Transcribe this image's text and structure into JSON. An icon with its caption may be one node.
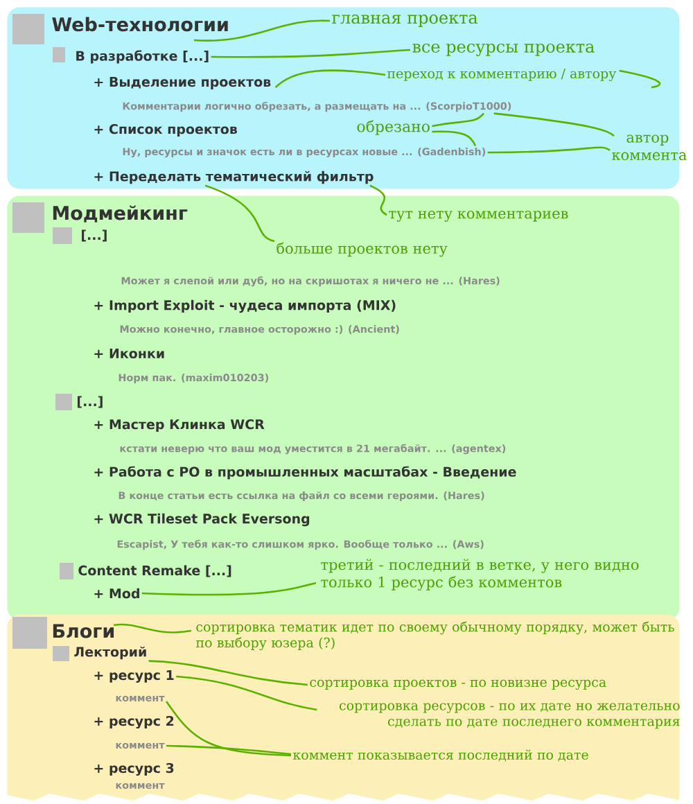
{
  "diagram": {
    "nodes": [
      {
        "text": [
          "Web-технологии"
        ]
      },
      {
        "text": [
          "В разработке [...]"
        ],
        "in": 0
      },
      {
        "text": [
          "+ Выделение проектов"
        ],
        "in": 0
      },
      {
        "text": [
          "Комментарии логично обрезать, а размещать на ... (ScorpioT1000)"
        ],
        "in": 0
      },
      {
        "text": [
          "+ Список проектов"
        ],
        "in": 0
      },
      {
        "text": [
          "Ну, ресурсы и значок есть ли в ресурсах новые ... (Gadenbish)"
        ],
        "in": 0
      },
      {
        "text": [
          "+ Переделать тематический фильтр"
        ],
        "in": 0
      },
      {
        "text": [
          "Модмейкинг"
        ]
      },
      {
        "text": [
          "[...]"
        ],
        "in": 7
      },
      {
        "text": [
          "Может я слепой или дуб, но на скришотах я ничего не ... (Hares)"
        ],
        "in": 7
      },
      {
        "text": [
          "+ Import Exploit - чудеса импорта (MIX)"
        ],
        "in": 7
      },
      {
        "text": [
          "Можно конечно, главное осторожно :) (Ancient)"
        ],
        "in": 7
      },
      {
        "text": [
          "+ Иконки"
        ],
        "in": 7
      },
      {
        "text": [
          "Норм пак. (maxim010203)"
        ],
        "in": 7
      },
      {
        "text": [
          "[...]"
        ],
        "in": 7
      },
      {
        "text": [
          "+ Мастер Клинка WCR"
        ],
        "in": 7
      },
      {
        "text": [
          "кстати неверю что ваш мод уместится в 21 мегабайт. ... (agentex)"
        ],
        "in": 7
      },
      {
        "text": [
          "+ Работа с РО в промышленных масштабах - Введение"
        ],
        "in": 7
      },
      {
        "text": [
          "В конце статьи есть ссылка на файл со всеми героями. (Hares)"
        ],
        "in": 7
      },
      {
        "text": [
          "+ WCR Tileset Pack Eversong"
        ],
        "in": 7
      },
      {
        "text": [
          "Escapist, У тебя как-то слишком ярко. Вообще только ... (Aws)"
        ],
        "in": 7
      },
      {
        "text": [
          "Content Remake [...]"
        ],
        "in": 7
      },
      {
        "text": [
          "+ Mod"
        ],
        "in": 7
      },
      {
        "text": [
          "Блоги"
        ]
      },
      {
        "text": [
          "Лекторий"
        ],
        "in": 23
      },
      {
        "text": [
          "+ ресурс 1"
        ],
        "in": 23
      },
      {
        "text": [
          "коммент"
        ],
        "in": 23
      },
      {
        "text": [
          "+ ресурс 2"
        ],
        "in": 23
      },
      {
        "text": [
          "коммент"
        ],
        "in": 23
      },
      {
        "text": [
          "+ ресурс 3"
        ],
        "in": 23
      },
      {
        "text": [
          "коммент"
        ],
        "in": 23
      },
      {
        "text": [
          "главная проекта"
        ],
        "in": 0
      },
      {
        "text": [
          "все ресурсы проекта"
        ],
        "in": 0
      },
      {
        "text": [
          "переход к комментарию / автору"
        ],
        "in": 0
      },
      {
        "text": [
          "обрезано"
        ],
        "in": 0
      },
      {
        "text": [
          "автор коммента"
        ],
        "in": 0
      },
      {
        "text": [
          "тут нету комментариев"
        ],
        "in": 7
      },
      {
        "text": [
          "больше проектов нету"
        ],
        "in": 7
      },
      {
        "text": [
          "третий - последний в ветке, у него видно только 1 ресурс без комментов"
        ],
        "in": 7
      },
      {
        "text": [
          "сортировка тематик идет по своему обычному порядку, может быть по выбору юзера (?)"
        ],
        "in": 23
      },
      {
        "text": [
          "сортировка проектов - по новизне ресурса"
        ],
        "in": 23
      },
      {
        "text": [
          "сортировка ресурсов - по их дате но желательно сделать по дате последнего комментария"
        ],
        "in": 23
      },
      {
        "text": [
          "коммент показывается последний по дате"
        ],
        "in": 23
      }
    ],
    "edges": [
      {
        "from": 31,
        "to": 0,
        "arrow": "none"
      },
      {
        "from": 32,
        "to": 1,
        "arrow": "none"
      },
      {
        "from": 33,
        "to": 2,
        "arrow": "none"
      },
      {
        "from": 33,
        "to": null,
        "arrow": "none"
      },
      {
        "from": 34,
        "to": 3,
        "arrow": "none"
      },
      {
        "from": 34,
        "to": 5,
        "arrow": "none"
      },
      {
        "from": 35,
        "to": 3,
        "arrow": "none"
      },
      {
        "from": 35,
        "to": 5,
        "arrow": "none"
      },
      {
        "from": 36,
        "to": 6,
        "arrow": "none"
      },
      {
        "from": 37,
        "to": 6,
        "arrow": "none"
      },
      {
        "from": 38,
        "to": 22,
        "arrow": "none"
      },
      {
        "from": 39,
        "to": 23,
        "arrow": "none"
      },
      {
        "from": 40,
        "to": 24,
        "arrow": "none"
      },
      {
        "from": 41,
        "to": 25,
        "arrow": "none"
      },
      {
        "from": 42,
        "to": 26,
        "arrow": "none"
      },
      {
        "from": 42,
        "to": 28,
        "arrow": "none"
      }
    ]
  }
}
